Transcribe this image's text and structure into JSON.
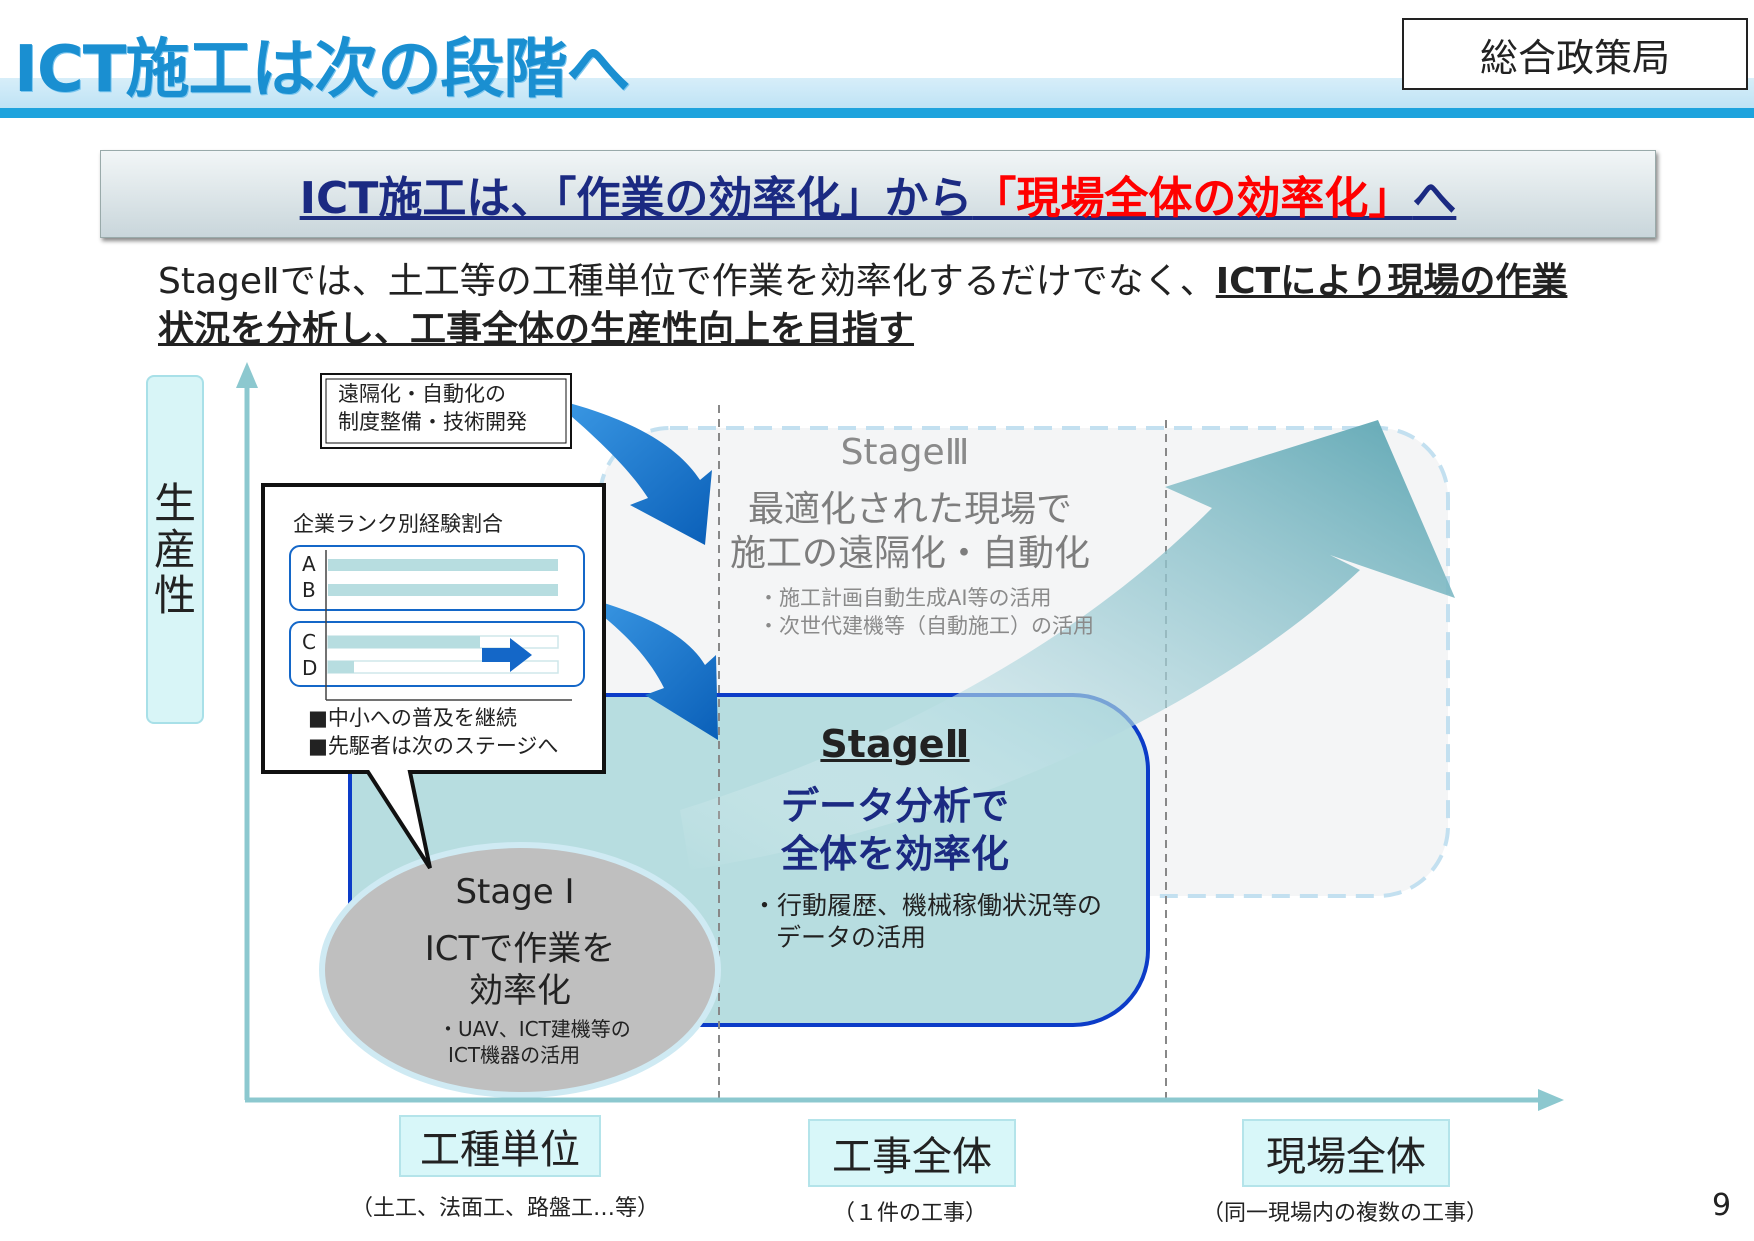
{
  "header": {
    "title": "ICT施工は次の段階へ",
    "department": "総合政策局"
  },
  "banner": {
    "part1": "ICT施工は、「作業の効率化」から",
    "part2": "「現場全体の効率化」",
    "part3": "へ"
  },
  "lead": {
    "line1_plain": "StageⅡでは、土工等の工種単位で作業を効率化するだけでなく、",
    "line1_bold": "ICTにより現場の作業",
    "line2_bold": "状況を分析し、工事全体の生産性向上を目指す"
  },
  "diagram": {
    "y_axis_label": "生産性",
    "x_categories": [
      {
        "label": "工種単位",
        "sub": "（土工、法面工、路盤工…等）"
      },
      {
        "label": "工事全体",
        "sub": "（１件の工事）"
      },
      {
        "label": "現場全体",
        "sub": "（同一現場内の複数の工事）"
      }
    ],
    "stage1": {
      "title": "Stage I",
      "heading_line1": "ICTで作業を",
      "heading_line2": "効率化",
      "bullet_line1": "・UAV、ICT建機等の",
      "bullet_line2": "ICT機器の活用"
    },
    "stage2": {
      "title": "StageⅡ",
      "heading_line1": "データ分析で",
      "heading_line2": "全体を効率化",
      "bullet_line1": "・行動履歴、機械稼働状況等の",
      "bullet_line2": "データの活用"
    },
    "stage3": {
      "title": "StageⅢ",
      "heading_line1": "最適化された現場で",
      "heading_line2": "施工の遠隔化・自動化",
      "bullet1": "・施工計画自動生成AI等の活用",
      "bullet2": "・次世代建機等（自動施工）の活用"
    },
    "remote_box": {
      "line1": "遠隔化・自動化の",
      "line2": "制度整備・技術開発"
    },
    "callout": {
      "chart_title": "企業ランク別経験割合",
      "row_labels": [
        "A",
        "B",
        "C",
        "D"
      ],
      "note1": "■中小への普及を継続",
      "note2": "■先駆者は次のステージへ"
    },
    "colors": {
      "stage1_fill": "#bfbfbf",
      "stage2_fill": "#b7dde0",
      "stage2_border": "#0c3cc8",
      "stage3_border": "#c6e2f2",
      "arrow_blue": "#0a6cc4",
      "big_arrow": "#5fa9b6"
    }
  },
  "page_number": "9"
}
